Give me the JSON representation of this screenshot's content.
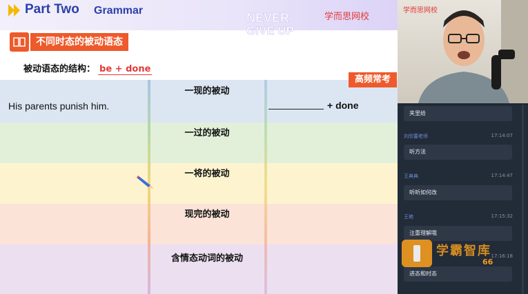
{
  "header": {
    "part_title": "Part Two",
    "grammar_title": "Grammar",
    "logo_text_1": "NEVER",
    "logo_text_2": "GIVE UP",
    "brand": "学而思网校"
  },
  "section": {
    "title": "不同时态的被动语态",
    "structure_label": "被动语态的结构：",
    "structure_value": "be + done",
    "badge": "高频常考"
  },
  "table": {
    "rows": [
      {
        "title": "一现的被动"
      },
      {
        "title": "一过的被动"
      },
      {
        "title": "一将的被动"
      },
      {
        "title": "现完的被动"
      },
      {
        "title": "含情态动词的被动"
      }
    ],
    "sentence": "His parents punish him.",
    "answer_suffix": "+ done"
  },
  "video": {
    "brand": "学而思网校"
  },
  "chat": {
    "messages": [
      {
        "user": "",
        "time": "",
        "text": "夹里给"
      },
      {
        "user": "刘欣蕾老师",
        "time": "17:14:07",
        "text": "听方法"
      },
      {
        "user": "王典典",
        "time": "17:14:47",
        "text": "听听如何改"
      },
      {
        "user": "王艳",
        "time": "17:15:32",
        "text": "注重理解哦"
      },
      {
        "user": "",
        "time": "17:16:18",
        "text": "进态和时态"
      }
    ],
    "watermark_text": "学霸智库",
    "watermark_number": "66"
  },
  "colors": {
    "accent": "#ee5a2b",
    "title_blue": "#2b3fa8",
    "brand_red": "#e23a3a"
  }
}
